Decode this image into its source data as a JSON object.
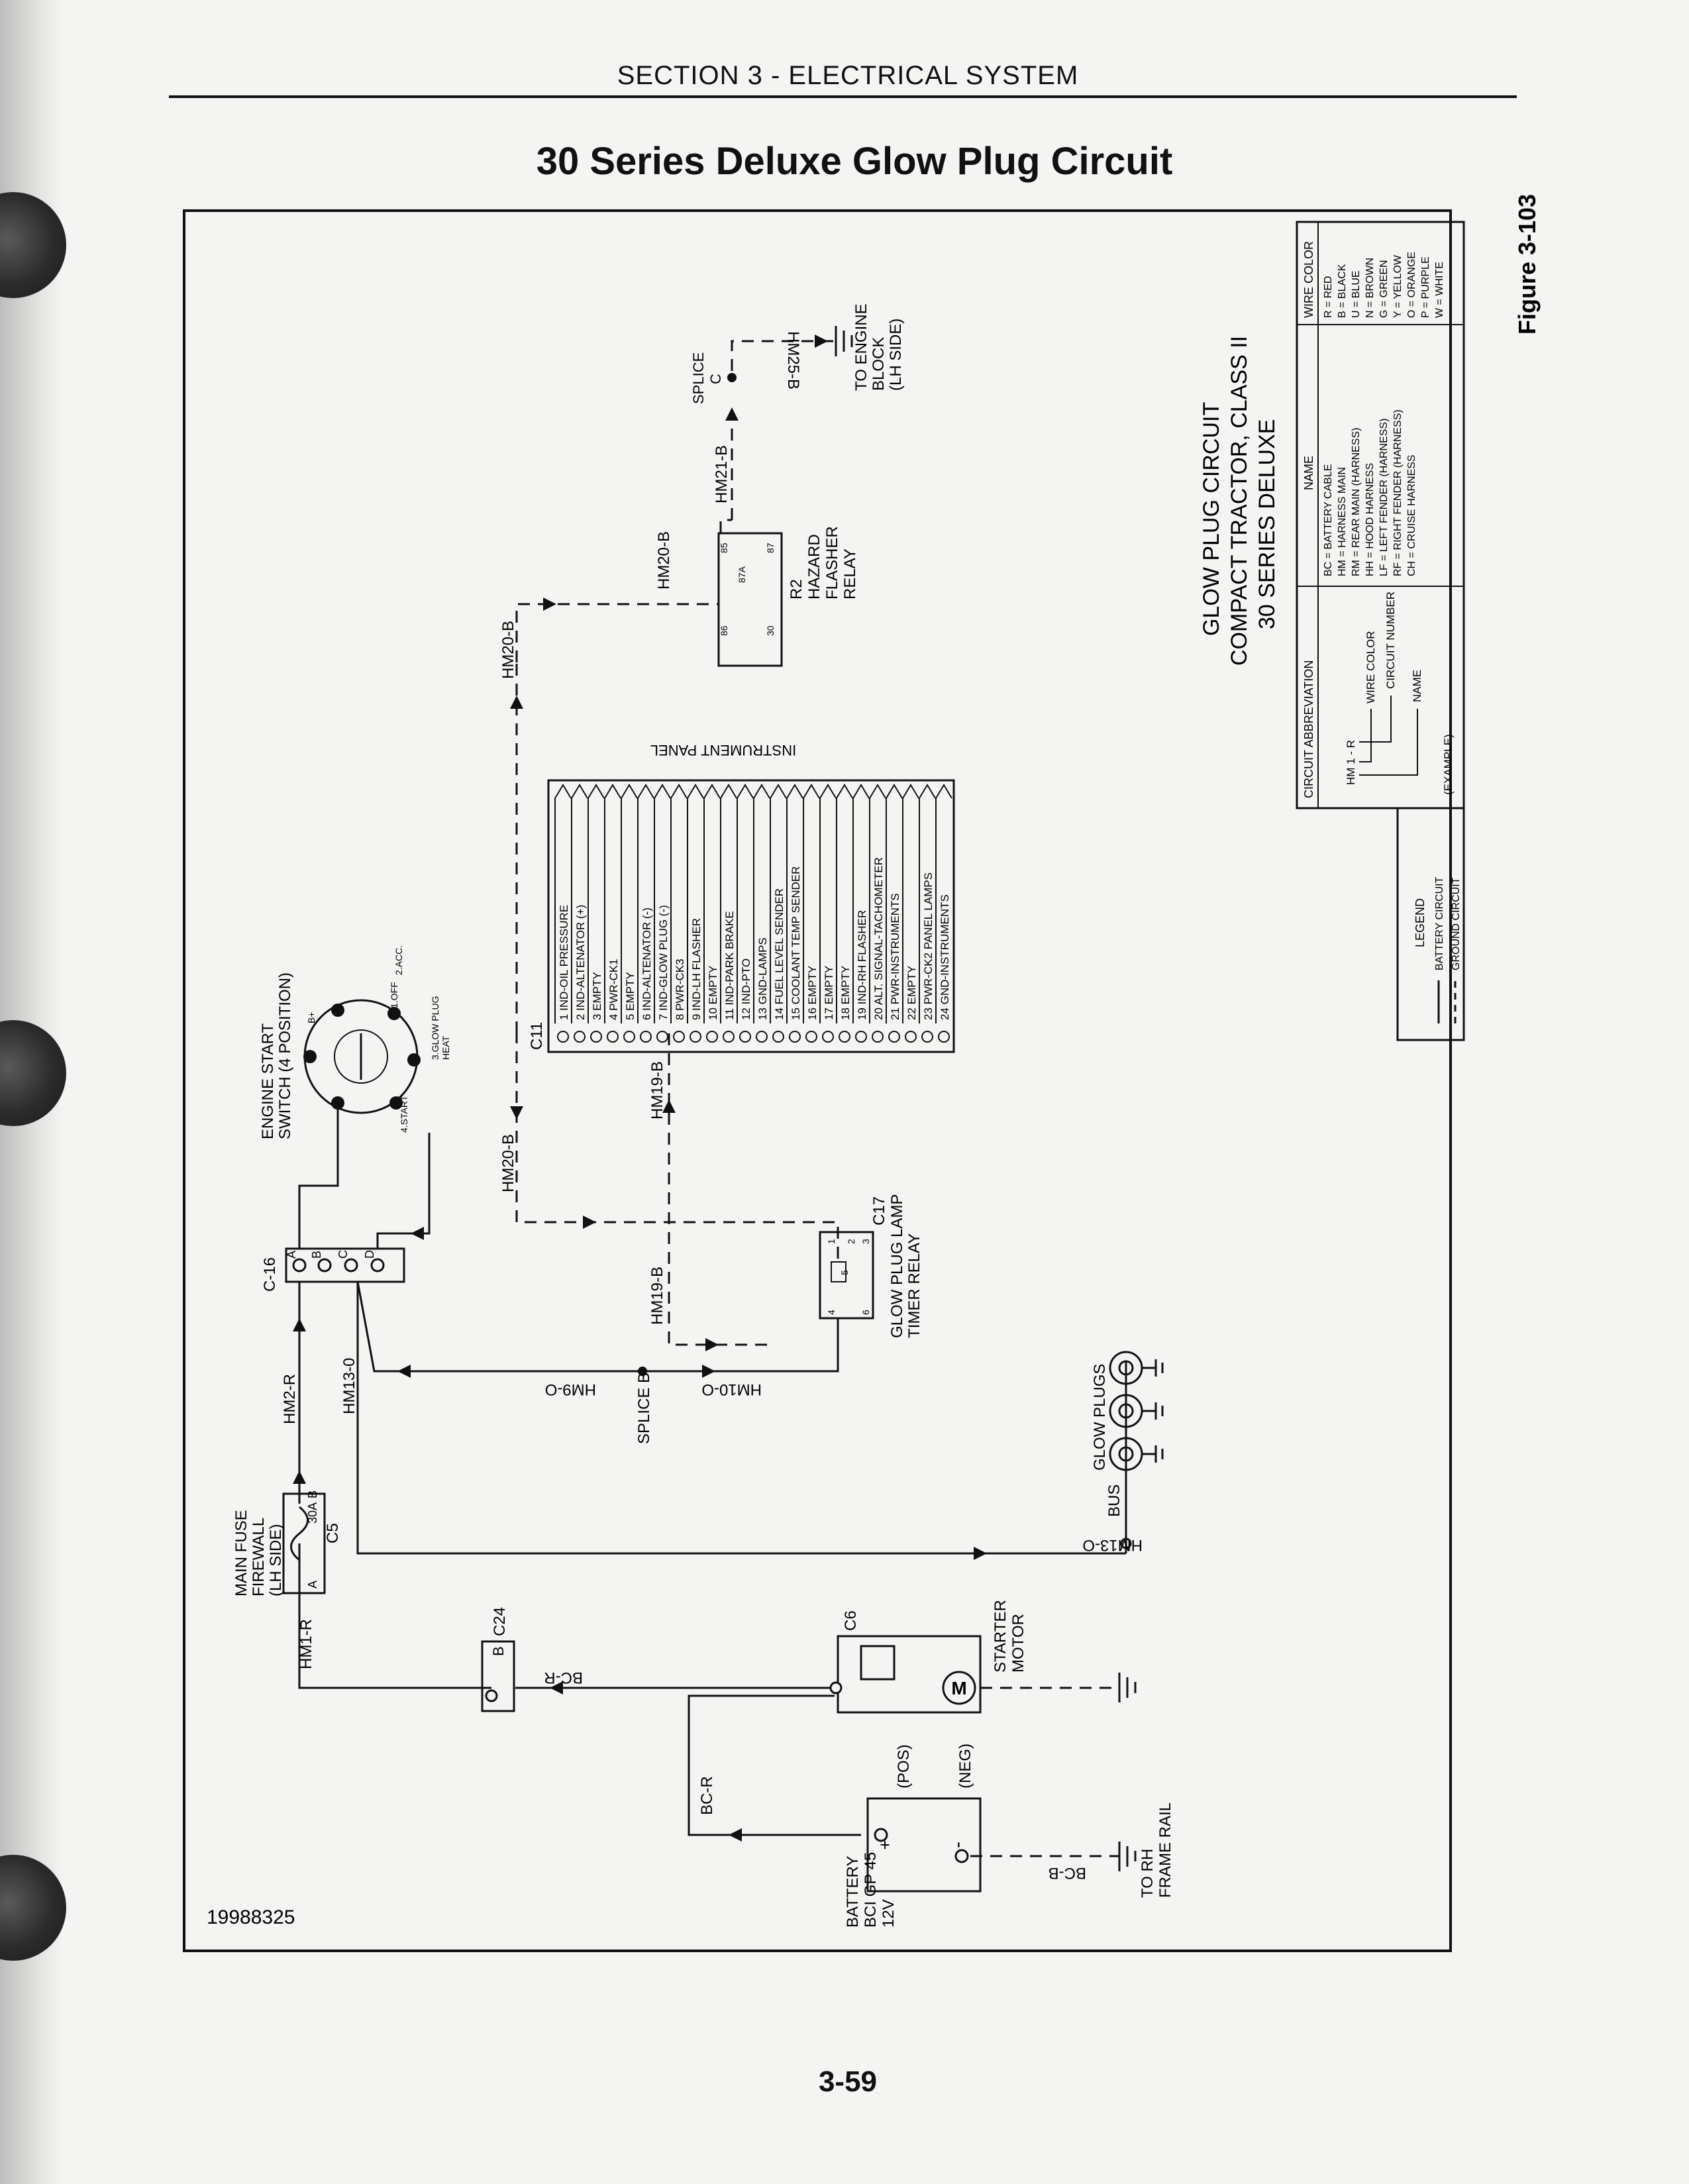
{
  "page": {
    "section_header": "SECTION 3 - ELECTRICAL SYSTEM",
    "title": "30 Series Deluxe Glow Plug Circuit",
    "page_number": "3-59",
    "figure_label": "Figure 3-103",
    "drawing_number": "19988325"
  },
  "diagram": {
    "main_title_lines": [
      "GLOW PLUG CIRCUIT",
      "COMPACT TRACTOR, CLASS II",
      "30 SERIES DELUXE"
    ],
    "components": {
      "battery": [
        "BATTERY",
        "BCI GP 45",
        "12V"
      ],
      "battery_pos": "(POS)",
      "battery_neg": "(NEG)",
      "battery_pos_sign": "+",
      "battery_neg_sign": "-",
      "frame_rail": [
        "TO RH",
        "FRAME RAIL"
      ],
      "starter_motor": [
        "STARTER",
        "MOTOR"
      ],
      "starter_connector": "C6",
      "motor_symbol": "M",
      "c24": "C24",
      "c24_pin": "B",
      "main_fuse": [
        "MAIN FUSE",
        "FIREWALL",
        "(LH SIDE)"
      ],
      "main_fuse_connector": "C5",
      "main_fuse_rating": "30A",
      "main_fuse_pin_a": "A",
      "main_fuse_pin_b": "B",
      "c16": "C-16",
      "c16_pins": [
        "A",
        "B",
        "C",
        "D"
      ],
      "engine_start_switch": [
        "ENGINE START",
        "SWITCH (4 POSITION)"
      ],
      "switch_positions": [
        "1.OFF",
        "2.ACC.",
        "3.GLOW PLUG",
        "HEAT",
        "4.START",
        "B+"
      ],
      "splice_b": "SPLICE B",
      "splice_c": [
        "SPLICE",
        "C"
      ],
      "glow_plugs": "GLOW PLUGS",
      "bus": "BUS",
      "timer_relay": [
        "GLOW PLUG LAMP",
        "TIMER RELAY"
      ],
      "timer_connector": "C17",
      "timer_pins": [
        "1",
        "2",
        "3",
        "4",
        "5",
        "6"
      ],
      "hazard_relay": [
        "R2",
        "HAZARD",
        "FLASHER",
        "RELAY"
      ],
      "hazard_pins": [
        "85",
        "87A",
        "87",
        "86",
        "30"
      ],
      "engine_block": [
        "TO ENGINE",
        "BLOCK",
        "(LH SIDE)"
      ],
      "instrument_panel": "INSTRUMENT PANEL",
      "instrument_connector": "C11"
    },
    "wires": {
      "hm1r": "HM1-R",
      "bcr_top": "BC-R",
      "bcr_left": "BC-R",
      "bcb": "BC-B",
      "hm2r": "HM2-R",
      "hm13o_vertical": "HM13-0",
      "hm13o_bottom": "HM13-O",
      "hm9o": "HM9-O",
      "hm10o": "HM10-O",
      "hm19b_lower": "HM19-B",
      "hm19b_upper": "HM19-B",
      "hm20b_lower": "HM20-B",
      "hm20b_upper": "HM20-B",
      "hm20b_right": "HM20-B",
      "hm21b": "HM21-B",
      "hm25b": "HM25-B"
    },
    "instrument_pins": [
      "1 IND-OIL PRESSURE",
      "2 IND-ALTENATOR (+)",
      "3 EMPTY",
      "4 PWR-CK1",
      "5 EMPTY",
      "6 IND-ALTENATOR (-)",
      "7 IND-GLOW PLUG (-)",
      "8 PWR-CK3",
      "9 IND-LH FLASHER",
      "10 EMPTY",
      "11 IND-PARK BRAKE",
      "12 IND-PTO",
      "13 GND-LAMPS",
      "14 FUEL LEVEL SENDER",
      "15 COOLANT TEMP SENDER",
      "16 EMPTY",
      "17 EMPTY",
      "18 EMPTY",
      "19 IND-RH FLASHER",
      "20 ALT. SIGNAL-TACHOMETER",
      "21 PWR-INSTRUMENTS",
      "22 EMPTY",
      "23 PWR-CK2 PANEL LAMPS",
      "24 GND-INSTRUMENTS"
    ],
    "legend": {
      "title": "LEGEND",
      "battery_circuit": "BATTERY CIRCUIT",
      "ground_circuit": "GROUND CIRCUIT"
    },
    "key_table": {
      "headers": [
        "CIRCUIT ABBREVIATION",
        "NAME",
        "WIRE COLOR"
      ],
      "example": {
        "code": "HM 1 - R",
        "wire_color": "WIRE COLOR",
        "circuit_number": "CIRCUIT NUMBER",
        "name": "NAME",
        "note": "(EXAMPLE)"
      },
      "names": [
        "BC = BATTERY CABLE",
        "HM = HARNESS MAIN",
        "RM = REAR MAIN (HARNESS)",
        "HH = HOOD HARNESS",
        "LF = LEFT FENDER (HARNESS)",
        "RF = RIGHT FENDER (HARNESS)",
        "CH = CRUISE HARNESS"
      ],
      "colors": [
        "R = RED",
        "B = BLACK",
        "U = BLUE",
        "N = BROWN",
        "G = GREEN",
        "Y = YELLOW",
        "O = ORANGE",
        "P = PURPLE",
        "W = WHITE"
      ]
    }
  }
}
